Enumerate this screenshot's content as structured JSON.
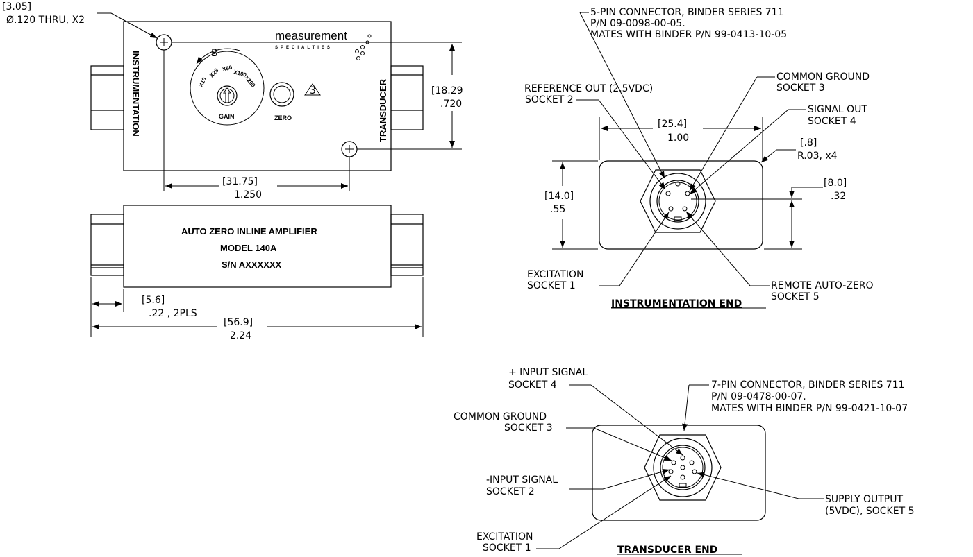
{
  "top_view": {
    "hole_dim": "[3.05]",
    "hole_note": "Ø.120 THRU, X2",
    "left_label": "INSTRUMENTATION",
    "right_label": "TRANSDUCER",
    "view_letter": "B",
    "gain_settings": [
      "X10",
      "X25",
      "X50",
      "X100",
      "X200"
    ],
    "gain_label": "GAIN",
    "zero_label": "ZERO",
    "note_flag": "3",
    "logo_main": "measurement",
    "logo_sub": "SPECIALTIES",
    "height_mm": "[18.29",
    "height_in": ".720",
    "holes_mm": "[31.75]",
    "holes_in": "1.250"
  },
  "side_view": {
    "line1": "AUTO ZERO INLINE AMPLIFIER",
    "line2": "MODEL 140A",
    "line3": "S/N AXXXXXX",
    "conn_mm": "[5.6]",
    "conn_in": ".22  , 2PLS",
    "length_mm": "[56.9]",
    "length_in": "2.24"
  },
  "instrumentation_end": {
    "title": "INSTRUMENTATION END",
    "connector_lines": [
      "5-PIN CONNECTOR, BINDER SERIES 711",
      "P/N 09-0098-00-05.",
      "MATES WITH BINDER P/N 99-0413-10-05"
    ],
    "ref_out": [
      "REFERENCE OUT (2.5VDC)",
      "SOCKET 2"
    ],
    "common_ground": [
      "COMMON GROUND",
      "SOCKET 3"
    ],
    "signal_out": [
      "SIGNAL OUT",
      "SOCKET 4"
    ],
    "excitation": [
      "EXCITATION",
      "SOCKET 1"
    ],
    "remote_zero": [
      "REMOTE AUTO-ZERO",
      "SOCKET 5"
    ],
    "width_mm": "[25.4]",
    "width_in": "1.00",
    "radius_mm": "[.8]",
    "radius_in": "R.03, x4",
    "height_mm": "[14.0]",
    "height_in": ".55",
    "center_mm": "[8.0]",
    "center_in": ".32"
  },
  "transducer_end": {
    "title": "TRANSDUCER END",
    "connector_lines": [
      "7-PIN CONNECTOR, BINDER SERIES 711",
      "P/N 09-0478-00-07.",
      "MATES WITH BINDER P/N 99-0421-10-07"
    ],
    "input_plus": [
      "+ INPUT SIGNAL",
      "SOCKET 4"
    ],
    "common_ground": [
      "COMMON GROUND",
      "SOCKET 3"
    ],
    "input_minus": [
      "-INPUT SIGNAL",
      "SOCKET 2"
    ],
    "excitation": [
      "EXCITATION",
      "SOCKET 1"
    ],
    "supply_out": [
      "SUPPLY OUTPUT",
      "(5VDC), SOCKET 5"
    ]
  }
}
